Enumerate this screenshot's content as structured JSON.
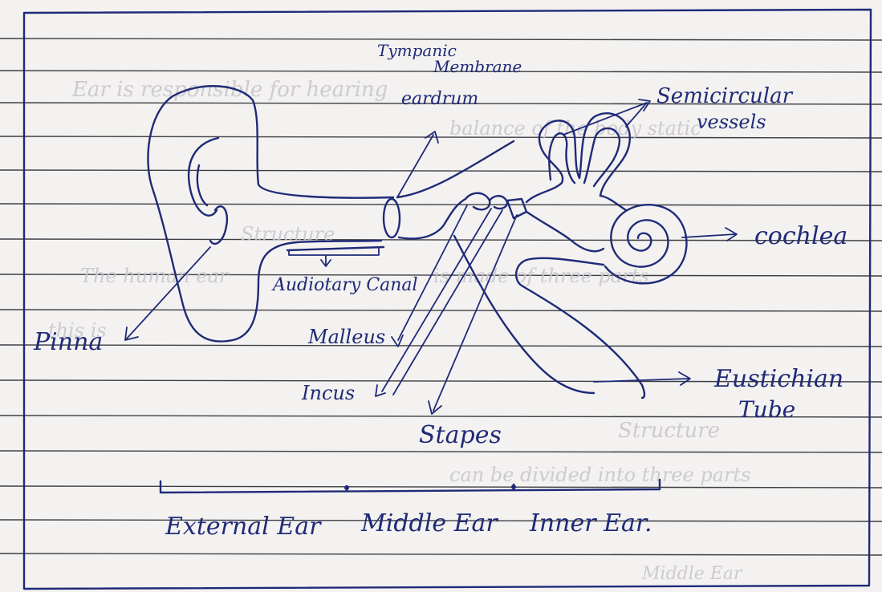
{
  "labels": {
    "tympanic_line1": "Tympanic",
    "tympanic_line2": "Membrane",
    "tympanic_line3": "eardrum",
    "semicircular_line1": "Semicircular",
    "semicircular_line2": "vessels",
    "cochlea": "cochlea",
    "auditory_canal": "Audiotary Canal",
    "pinna": "Pinna",
    "malleus": "Malleus",
    "incus": "Incus",
    "stapes": "Stapes",
    "eustachian_line1": "Eustichian",
    "eustachian_line2": "Tube"
  },
  "sections": {
    "external": "External Ear",
    "middle": "Middle Ear",
    "inner": "Inner Ear."
  },
  "colors": {
    "ink": "#1f2a78",
    "paper": "#f3f2f0",
    "rule": "#3d3d45"
  }
}
